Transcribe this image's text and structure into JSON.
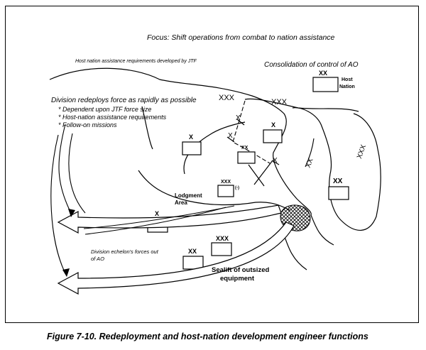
{
  "figure": {
    "focus": "Focus:  Shift operations from combat to nation assistance",
    "hn_requirements": "Host nation assistance requirements developed by JTF",
    "consolidation": "Consolidation of control of AO",
    "division_redeploys": {
      "heading": "Division redeploys force as rapidly as possible",
      "bullets": [
        "* Dependent upon JTF force size",
        "* Host-nation assistance requirements",
        "* Follow-on missions"
      ]
    },
    "host_nation_unit": {
      "echelon": "XX",
      "label_line1": "Host",
      "label_line2": "Nation"
    },
    "boundary_labels": {
      "xxx_left": "XXX",
      "xxx_right": "XXX",
      "x_a": "X",
      "x_b": "X",
      "x_c": "X",
      "xx_a": "XX",
      "xx_b": "XXX"
    },
    "units": {
      "brigade_1": "X",
      "brigade_2": "X",
      "division_small": "XX",
      "corps_minus": "XXX",
      "corps_minus_mod": "(-)",
      "brigade_3": "X",
      "division_2": "XX",
      "corps_2": "XXX",
      "division_right": "XX"
    },
    "lodgment": {
      "line1": "Lodgment",
      "line2": "Area"
    },
    "echelons_out": {
      "line1": "Division echelon's forces out",
      "line2": "of AO"
    },
    "sealift": {
      "line1": "Sealift of outsized",
      "line2": "equipment"
    }
  },
  "caption": "Figure 7-10.  Redeployment and host-nation development engineer functions"
}
